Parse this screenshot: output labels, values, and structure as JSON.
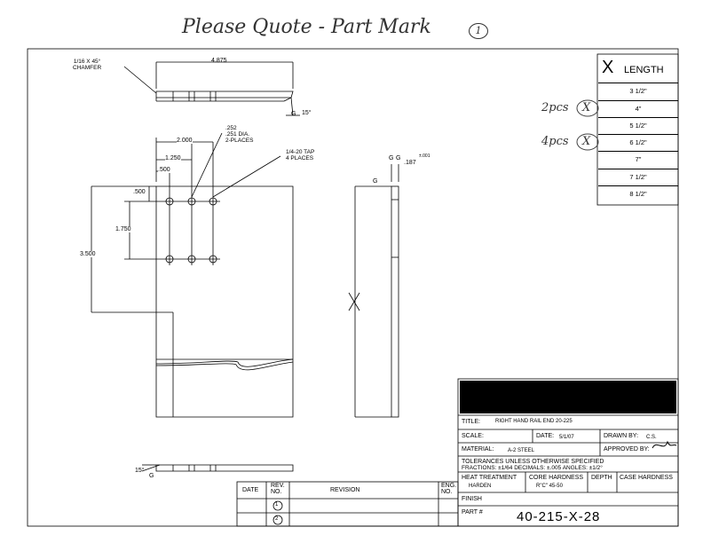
{
  "header_note": "Please Quote - Part Mark",
  "header_note_circle": "1",
  "length_table": {
    "header_symbol": "X",
    "header_label": "LENGTH",
    "rows": [
      "3 1/2\"",
      "4\"",
      "5 1/2\"",
      "6 1/2\"",
      "7\"",
      "7 1/2\"",
      "8 1/2\""
    ],
    "notes": [
      {
        "text": "2pcs",
        "row": 1,
        "mark": "X"
      },
      {
        "text": "4pcs",
        "row": 3,
        "mark": "X"
      }
    ]
  },
  "dimensions": {
    "chamfer": "1/16 X 45°\nCHAMFER",
    "overall": "4.875",
    "angle": "15°",
    "hole_dia": ".252\n.251 DIA.\n2-PLACES",
    "tap": "1/4-20 TAP\n4 PLACES",
    "d2000": "2.000",
    "d1250": "1.250",
    "d500": ".500",
    "d500b": ".500",
    "d1750": "1.750",
    "d3500": "3.500",
    "thickness": ".187",
    "thickness_tol": "±.001",
    "g": "G",
    "x": "X"
  },
  "title_block": {
    "title_label": "TITLE:",
    "title": "RIGHT HAND RAIL END 20-225",
    "scale_label": "SCALE:",
    "date_label": "DATE:",
    "date": "5/1/07",
    "drawn_label": "DRAWN BY:",
    "drawn": "C.S.",
    "material_label": "MATERIAL:",
    "material": "A-2 STEEL",
    "approved_label": "APPROVED BY:",
    "tol_line1": "TOLERANCES UNLESS OTHERWISE SPECIFIED",
    "tol_line2": "FRACTIONS: ±1/64   DECIMALS: ±.005   ANGLES: ±1/2°",
    "heat_label": "HEAT TREATMENT",
    "heat": "HARDEN",
    "core_label": "CORE HARDNESS",
    "core": "R\"C\" 45-50",
    "depth_label": "DEPTH",
    "case_label": "CASE HARDNESS",
    "finish_label": "FINISH",
    "part_label": "PART #",
    "part_number": "40-215-X-28"
  },
  "revision_block": {
    "date_header": "DATE",
    "rev_header": "REV.\nNO.",
    "revision_header": "REVISION",
    "eng_header": "ENG.\nNO.",
    "rows": [
      "1",
      "2"
    ]
  }
}
